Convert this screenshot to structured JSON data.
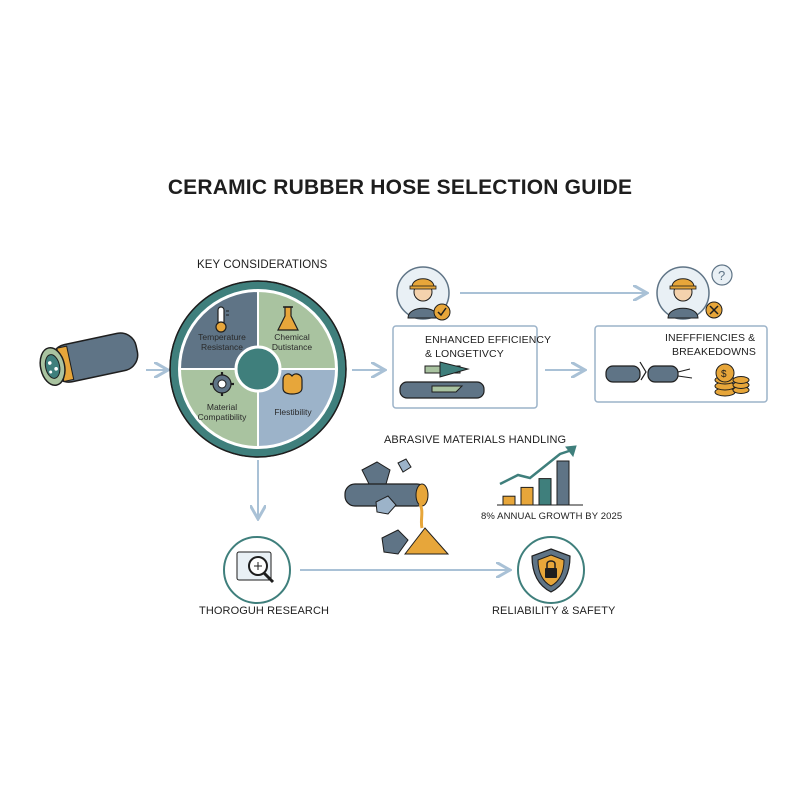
{
  "title": "CERAMIC RUBBER HOSE SELECTION GUIDE",
  "key_considerations": {
    "heading": "KEY CONSIDERATIONS",
    "segments": [
      {
        "label": "Temperature Resistance",
        "icon": "thermometer-icon"
      },
      {
        "label": "Chemical Dutistance",
        "icon": "flask-icon"
      },
      {
        "label": "Material Compatibility",
        "icon": "gear-icon"
      },
      {
        "label": "Flestibility",
        "icon": "flex-arm-icon"
      }
    ]
  },
  "efficiency": {
    "label_line1": "ENHANCED EFFICIENCY",
    "label_line2": "& LONGETIVCY"
  },
  "inefficiency": {
    "label_line1": "INEFFFIENCIES &",
    "label_line2": "BREAKEDOWNS"
  },
  "abrasive": {
    "label": "ABRASIVE MATERIALS HANDLING"
  },
  "growth": {
    "label": "8% ANNUAL GROWTH BY 2025",
    "values": [
      1,
      2,
      3,
      5
    ]
  },
  "research": {
    "label": "THOROGUH RESEARCH"
  },
  "reliability": {
    "label": "RELIABILITY & SAFETY"
  },
  "colors": {
    "teal": "#3f7f7c",
    "slate": "#5f7486",
    "sage": "#a9c3a0",
    "steel": "#9cb3c9",
    "arrow": "#a9c1d6",
    "accent_orange": "#e7a63a",
    "dark": "#1e1e1e"
  }
}
